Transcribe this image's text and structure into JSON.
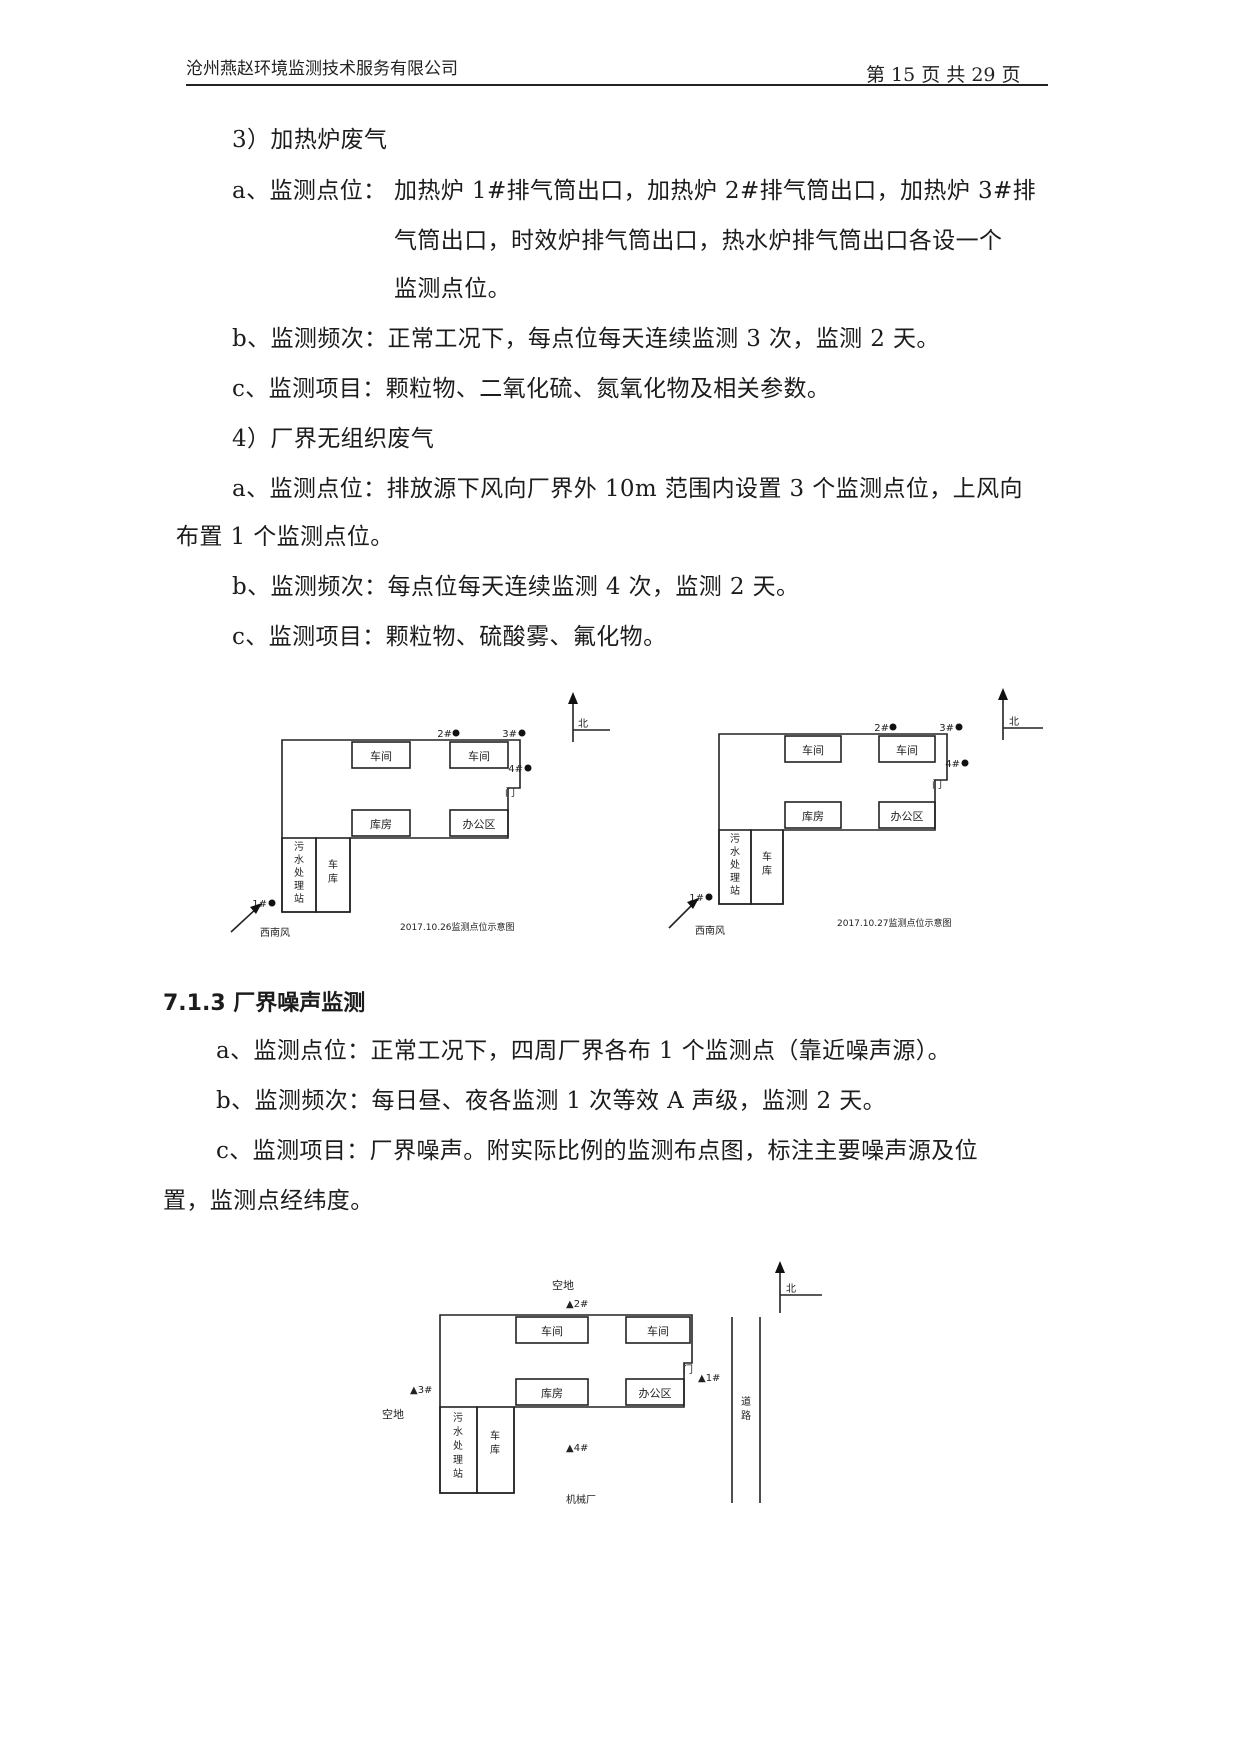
{
  "header": {
    "company": "沧州燕赵环境监测技术服务有限公司",
    "page_info": "第 15 页 共 29 页"
  },
  "sec3": {
    "title": "3）加热炉废气",
    "a_label": "a、监测点位：",
    "a_line1": "加热炉 1#排气筒出口，加热炉 2#排气筒出口，加热炉 3#排",
    "a_line2": "气筒出口，时效炉排气筒出口，热水炉排气筒出口各设一个",
    "a_line3": "监测点位。",
    "b": "b、监测频次：正常工况下，每点位每天连续监测 3 次，监测 2 天。",
    "c": "c、监测项目：颗粒物、二氧化硫、氮氧化物及相关参数。"
  },
  "sec4": {
    "title": "4）厂界无组织废气",
    "a_line1": "a、监测点位：排放源下风向厂界外 10m 范围内设置 3 个监测点位，上风向",
    "a_line2": "布置 1 个监测点位。",
    "b": "b、监测频次：每点位每天连续监测 4 次，监测 2 天。",
    "c": "c、监测项目：颗粒物、硫酸雾、氟化物。"
  },
  "diagram1": {
    "p1": "1#",
    "p2": "2#",
    "p3": "3#",
    "p4": "4#",
    "north": "北",
    "workshop1": "车间",
    "workshop2": "车间",
    "warehouse": "库房",
    "office": "办公区",
    "wastewater": "污水处理站",
    "garage": "车库",
    "gate": "门",
    "wind": "西南风",
    "caption": "2017.10.26监测点位示意图"
  },
  "diagram2": {
    "p1": "1#",
    "p2": "2#",
    "p3": "3#",
    "p4": "4#",
    "north": "北",
    "workshop1": "车间",
    "workshop2": "车间",
    "warehouse": "库房",
    "office": "办公区",
    "wastewater": "污水处理站",
    "garage": "车库",
    "gate": "门",
    "wind": "西南风",
    "caption": "2017.10.27监测点位示意图"
  },
  "noise": {
    "title": "7.1.3 厂界噪声监测",
    "a": "a、监测点位：正常工况下，四周厂界各布 1 个监测点（靠近噪声源）。",
    "b": "b、监测频次：每日昼、夜各监测 1 次等效 A 声级，监测 2 天。",
    "c_line1": "c、监测项目：厂界噪声。附实际比例的监测布点图，标注主要噪声源及位",
    "c_line2": "置，监测点经纬度。"
  },
  "diagram3": {
    "open_north": "空地",
    "open_west": "空地",
    "p1": "▲1#",
    "p2": "▲2#",
    "p3": "▲3#",
    "p4": "▲4#",
    "north": "北",
    "workshop1": "车间",
    "workshop2": "车间",
    "warehouse": "库房",
    "office": "办公区",
    "wastewater": "污水处理站",
    "garage": "车库",
    "gate": "门",
    "road": "道路",
    "machinery": "机械厂"
  }
}
